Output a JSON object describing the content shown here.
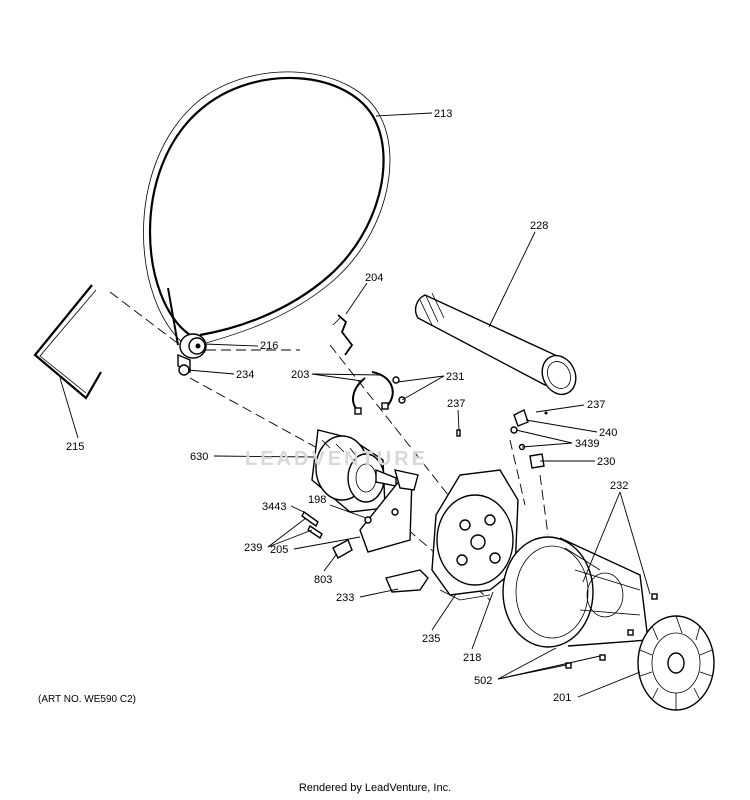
{
  "watermark": "LEADVENTURE",
  "art_number": "(ART NO. WE590 C2)",
  "footer": "Rendered by LeadVenture, Inc.",
  "callouts": [
    {
      "id": "213"
    },
    {
      "id": "228"
    },
    {
      "id": "204"
    },
    {
      "id": "216"
    },
    {
      "id": "234"
    },
    {
      "id": "203"
    },
    {
      "id": "231"
    },
    {
      "id": "237"
    },
    {
      "id": "237"
    },
    {
      "id": "215"
    },
    {
      "id": "240"
    },
    {
      "id": "3439"
    },
    {
      "id": "630"
    },
    {
      "id": "230"
    },
    {
      "id": "232"
    },
    {
      "id": "3443"
    },
    {
      "id": "198"
    },
    {
      "id": "239"
    },
    {
      "id": "205"
    },
    {
      "id": "803"
    },
    {
      "id": "233"
    },
    {
      "id": "235"
    },
    {
      "id": "218"
    },
    {
      "id": "502"
    },
    {
      "id": "201"
    }
  ]
}
